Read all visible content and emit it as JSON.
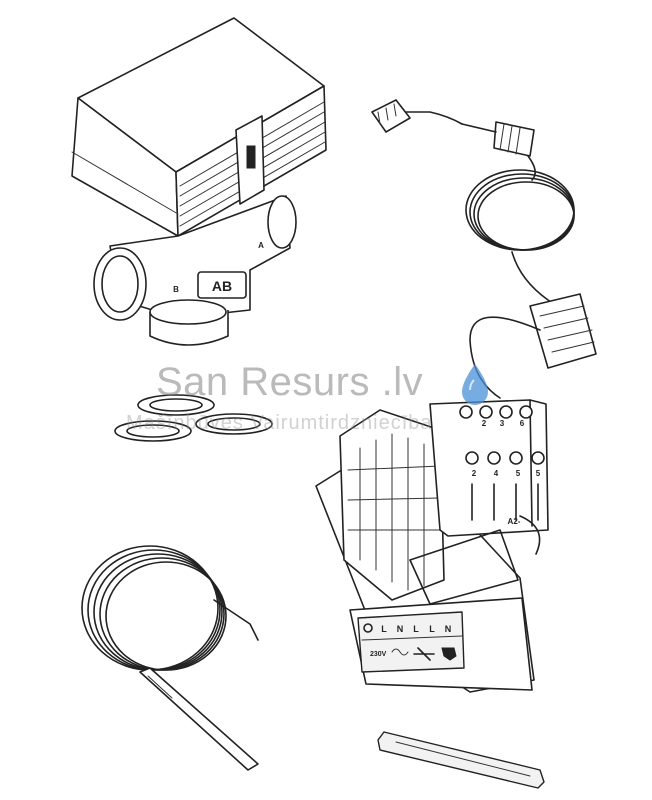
{
  "watermark": {
    "title": "San Resurs .lv",
    "subtitle": "Mašīnbūves Vairumtirdzniecība",
    "color": "#8c8c8c",
    "drop_color": "#4a90d9"
  },
  "valve": {
    "port_label": "AB",
    "marker_a": "A",
    "marker_b": "B"
  },
  "relay": {
    "terminals_top": [
      "2",
      "3",
      "6"
    ],
    "terminals_bottom": [
      "2",
      "4",
      "5",
      "5"
    ],
    "terminal_a": "A2-",
    "label_strip": [
      "L",
      "N",
      "L",
      "L",
      "N"
    ],
    "voltage": "230V"
  }
}
